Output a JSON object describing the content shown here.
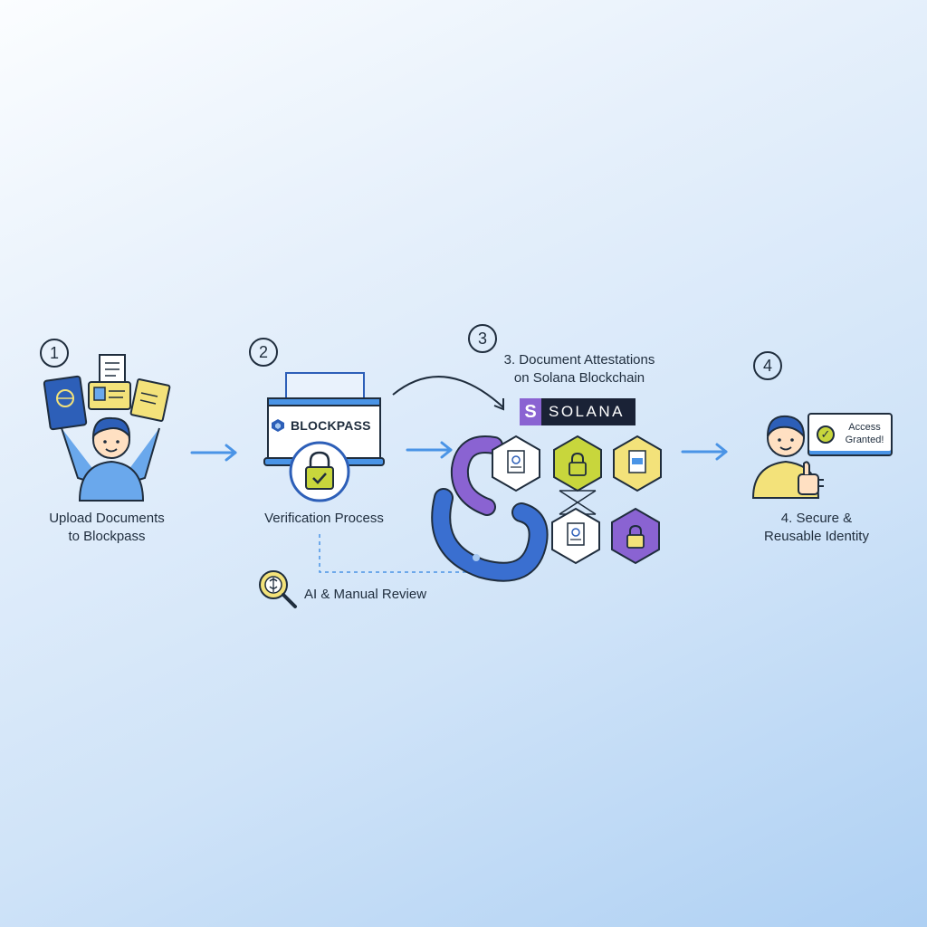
{
  "steps": [
    {
      "number": "1",
      "label_line1": "Upload Documents",
      "label_line2": "to Blockpass"
    },
    {
      "number": "2",
      "label_line1": "Verification Process",
      "label_line2": ""
    },
    {
      "number": "3",
      "label_line1": "3. Document Attestations",
      "label_line2": "on Solana Blockchain"
    },
    {
      "number": "4",
      "label_line1": "4. Secure &",
      "label_line2": "Reusable Identity"
    }
  ],
  "blockpass": {
    "logo_text": "BLOCKPASS"
  },
  "solana": {
    "s_mark": "S",
    "logo_text": "SOLANA"
  },
  "review": {
    "label": "AI & Manual Review"
  },
  "access": {
    "line1": "Access",
    "line2": "Granted!",
    "check": "✓"
  },
  "colors": {
    "accent_blue": "#4a94e6",
    "dark_blue": "#2d5fb8",
    "purple": "#8a63d2",
    "lime": "#c8d63c",
    "yellow": "#f3e27a",
    "outline": "#1f2d3d"
  },
  "icons": [
    "passport-icon",
    "id-card-icon",
    "document-icon",
    "person-icon",
    "arrow-right-icon",
    "laptop-icon",
    "lock-icon",
    "brain-magnifier-icon",
    "chain-link-icon",
    "hexagon-node-icon",
    "thumbs-up-icon",
    "check-circle-icon"
  ]
}
